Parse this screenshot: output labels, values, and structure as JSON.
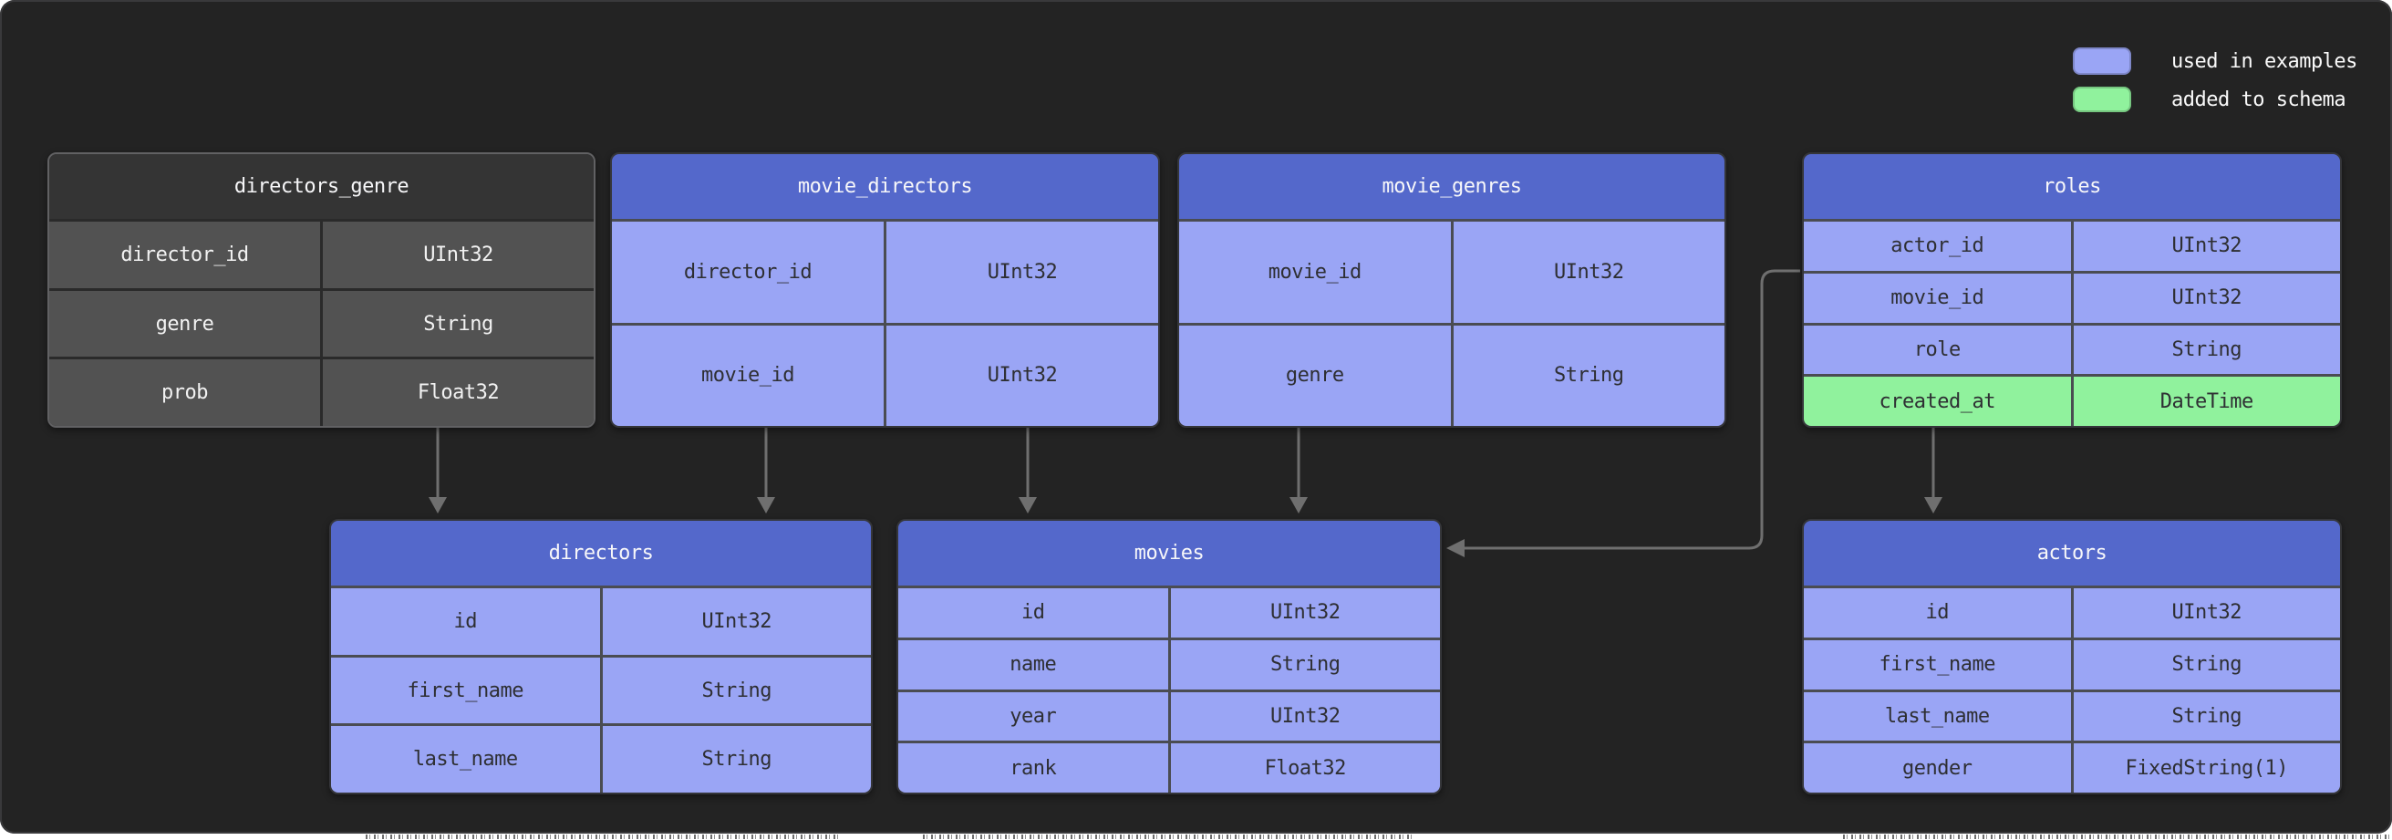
{
  "legend": {
    "items": [
      {
        "label": "used in examples",
        "color": "#9aa5f5"
      },
      {
        "label": "added to schema",
        "color": "#90f29d"
      }
    ]
  },
  "tables": {
    "directors_genre": {
      "title": "directors_genre",
      "status": "unused",
      "rows": [
        {
          "name": "director_id",
          "type": "UInt32"
        },
        {
          "name": "genre",
          "type": "String"
        },
        {
          "name": "prob",
          "type": "Float32"
        }
      ]
    },
    "movie_directors": {
      "title": "movie_directors",
      "status": "used in examples",
      "rows": [
        {
          "name": "director_id",
          "type": "UInt32"
        },
        {
          "name": "movie_id",
          "type": "UInt32"
        }
      ]
    },
    "movie_genres": {
      "title": "movie_genres",
      "status": "used in examples",
      "rows": [
        {
          "name": "movie_id",
          "type": "UInt32"
        },
        {
          "name": "genre",
          "type": "String"
        }
      ]
    },
    "roles": {
      "title": "roles",
      "status": "used in examples",
      "rows": [
        {
          "name": "actor_id",
          "type": "UInt32"
        },
        {
          "name": "movie_id",
          "type": "UInt32"
        },
        {
          "name": "role",
          "type": "String"
        },
        {
          "name": "created_at",
          "type": "DateTime",
          "highlight": "added to schema"
        }
      ]
    },
    "directors": {
      "title": "directors",
      "status": "used in examples",
      "rows": [
        {
          "name": "id",
          "type": "UInt32"
        },
        {
          "name": "first_name",
          "type": "String"
        },
        {
          "name": "last_name",
          "type": "String"
        }
      ]
    },
    "movies": {
      "title": "movies",
      "status": "used in examples",
      "rows": [
        {
          "name": "id",
          "type": "UInt32"
        },
        {
          "name": "name",
          "type": "String"
        },
        {
          "name": "year",
          "type": "UInt32"
        },
        {
          "name": "rank",
          "type": "Float32"
        }
      ]
    },
    "actors": {
      "title": "actors",
      "status": "used in examples",
      "rows": [
        {
          "name": "id",
          "type": "UInt32"
        },
        {
          "name": "first_name",
          "type": "String"
        },
        {
          "name": "last_name",
          "type": "String"
        },
        {
          "name": "gender",
          "type": "FixedString(1)"
        }
      ]
    }
  },
  "relations": [
    {
      "from": "directors_genre",
      "to": "directors"
    },
    {
      "from": "movie_directors",
      "to": "directors"
    },
    {
      "from": "movie_directors",
      "to": "movies"
    },
    {
      "from": "movie_genres",
      "to": "movies"
    },
    {
      "from": "roles",
      "to": "movies"
    },
    {
      "from": "roles",
      "to": "actors"
    }
  ],
  "colors": {
    "panel_background": "#232323",
    "used_header": "#5468cb",
    "used_row": "#9aa5f5",
    "added_row": "#90f29d",
    "muted_header": "#343434",
    "muted_row": "#525252",
    "arrow": "#6f6f6f"
  }
}
